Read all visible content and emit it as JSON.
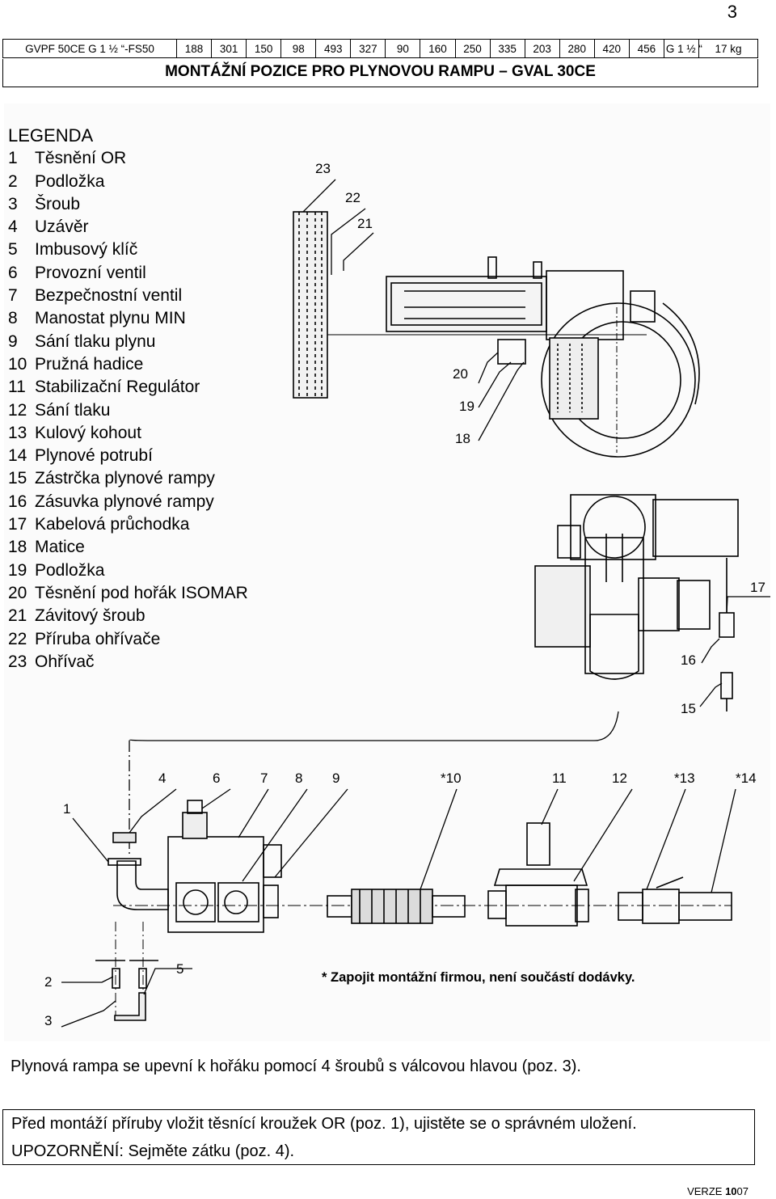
{
  "page_number": "3",
  "spec_row": [
    "GVPF 50CE G 1 ½ “-FS50",
    "188",
    "301",
    "150",
    "98",
    "493",
    "327",
    "90",
    "160",
    "250",
    "335",
    "203",
    "280",
    "420",
    "456",
    "G 1 ½ “",
    "17 kg"
  ],
  "title": "MONTÁŽNÍ POZICE PRO PLYNOVOU RAMPU – GVAL 30CE",
  "legend": {
    "title": "LEGENDA",
    "items": [
      {
        "num": "1",
        "label": "Těsnění OR"
      },
      {
        "num": "2",
        "label": "Podložka"
      },
      {
        "num": "3",
        "label": "Šroub"
      },
      {
        "num": "4",
        "label": "Uzávěr"
      },
      {
        "num": "5",
        "label": "Imbusový klíč"
      },
      {
        "num": "6",
        "label": "Provozní ventil"
      },
      {
        "num": "7",
        "label": "Bezpečnostní ventil"
      },
      {
        "num": "8",
        "label": "Manostat plynu MIN"
      },
      {
        "num": "9",
        "label": "Sání tlaku plynu"
      },
      {
        "num": "10",
        "label": "Pružná hadice"
      },
      {
        "num": "11",
        "label": "Stabilizační Regulátor"
      },
      {
        "num": "12",
        "label": "Sání tlaku"
      },
      {
        "num": "13",
        "label": "Kulový kohout"
      },
      {
        "num": "14",
        "label": "Plynové potrubí"
      },
      {
        "num": "15",
        "label": "Zástrčka plynové rampy"
      },
      {
        "num": "16",
        "label": "Zásuvka plynové rampy"
      },
      {
        "num": "17",
        "label": "Kabelová průchodka"
      },
      {
        "num": "18",
        "label": "Matice"
      },
      {
        "num": "19",
        "label": "Podložka"
      },
      {
        "num": "20",
        "label": "Těsnění pod hořák ISOMAR"
      },
      {
        "num": "21",
        "label": "Závitový šroub"
      },
      {
        "num": "22",
        "label": "Příruba ohřívače"
      },
      {
        "num": "23",
        "label": "Ohřívač"
      }
    ]
  },
  "callouts": {
    "c23": "23",
    "c22": "22",
    "c21": "21",
    "c20": "20",
    "c19": "19",
    "c18": "18",
    "c17": "17",
    "c16": "16",
    "c15": "15",
    "c4": "4",
    "c6": "6",
    "c7": "7",
    "c8": "8",
    "c9": "9",
    "c10": "*10",
    "c11": "11",
    "c12": "12",
    "c13": "*13",
    "c14": "*14",
    "c1": "1",
    "c2": "2",
    "c3": "3",
    "c5": "5"
  },
  "note": "* Zapojit montážní firmou, není součástí dodávky.",
  "paragraph": "Plynová rampa se upevní k hořáku pomocí 4 šroubů s válcovou hlavou (poz. 3).",
  "notice_lines": [
    "Před montáží příruby vložit těsnící kroužek OR (poz. 1), ujistěte se o správném uložení.",
    "UPOZORNĚNÍ: Sejměte zátku (poz. 4)."
  ],
  "footer": {
    "prefix": "VERZE ",
    "bold": "10",
    "suffix": "07"
  }
}
